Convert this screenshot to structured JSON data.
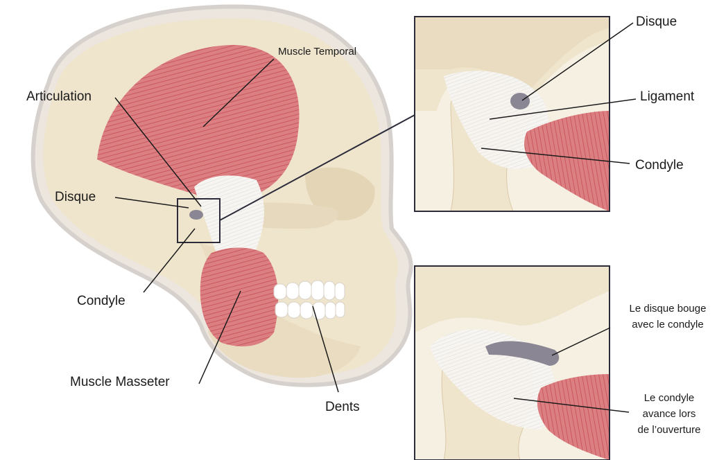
{
  "labels": {
    "muscle_temporal": "Muscle Temporal",
    "articulation": "Articulation",
    "disque_left": "Disque",
    "condyle_left": "Condyle",
    "muscle_masseter": "Muscle Masseter",
    "dents": "Dents",
    "disque_top": "Disque",
    "ligament": "Ligament",
    "condyle_top": "Condyle",
    "disque_bouge_line1": "Le disque bouge",
    "disque_bouge_line2": "avec le condyle",
    "condyle_avance_line1": "Le condyle",
    "condyle_avance_line2": "avance lors",
    "condyle_avance_line3": "de l’ouverture"
  },
  "colors": {
    "bone": "#efe4cc",
    "bone_shade": "#e2d3b4",
    "muscle": "#d9767a",
    "muscle_stripe": "#c85a60",
    "ligament": "#f4f2f0",
    "disc": "#8b8694",
    "frame": "#2b2b3a",
    "leader": "#1a1a1a"
  }
}
